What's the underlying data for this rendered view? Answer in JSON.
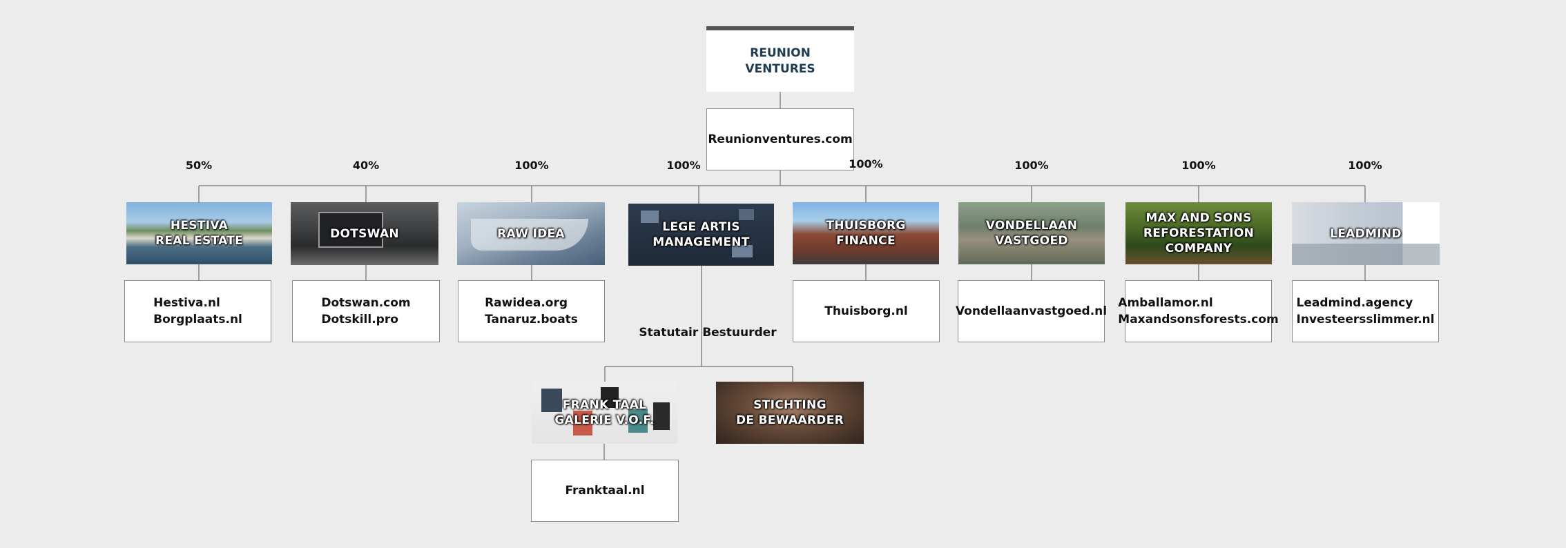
{
  "root": {
    "title_lines": [
      "REUNION",
      "VENTURES"
    ],
    "website": "Reunionventures.com"
  },
  "companies": [
    {
      "pct": "50%",
      "name_lines": [
        "HESTIVA",
        "REAL ESTATE"
      ],
      "sites": [
        "Hestiva.nl",
        "Borgplaats.nl"
      ],
      "image": "waterfront-apartments-photo"
    },
    {
      "pct": "40%",
      "name_lines": [
        "DOTSWAN"
      ],
      "sites": [
        "Dotswan.com",
        "Dotskill.pro"
      ],
      "image": "computer-desk-photo"
    },
    {
      "pct": "100%",
      "name_lines": [
        "RAW IDEA"
      ],
      "sites": [
        "Rawidea.org",
        "Tanaruz.boats"
      ],
      "image": "boat-photo"
    },
    {
      "pct": "100%",
      "name_lines": [
        "LEGE ARTIS",
        "MANAGEMENT"
      ],
      "sites": [],
      "image": "management-icons-photo"
    },
    {
      "pct": "100%",
      "name_lines": [
        "THUISBORG",
        "FINANCE"
      ],
      "sites": [
        "Thuisborg.nl"
      ],
      "image": "houses-photo"
    },
    {
      "pct": "100%",
      "name_lines": [
        "VONDELLAAN",
        "VASTGOED"
      ],
      "sites": [
        "Vondellaanvastgoed.nl"
      ],
      "image": "modern-building-photo"
    },
    {
      "pct": "100%",
      "name_lines": [
        "MAX AND SONS",
        "REFORESTATION",
        "COMPANY"
      ],
      "sites": [
        "Amballamor.nl",
        "Maxandsonsforests.com"
      ],
      "image": "forest-photo"
    },
    {
      "pct": "100%",
      "name_lines": [
        "LEADMIND"
      ],
      "sites": [
        "Leadmind.agency",
        "Investeersslimmer.nl"
      ],
      "image": "office-meeting-photo"
    }
  ],
  "subsidiary_role": "Statutair Bestuurder",
  "subsidiaries": [
    {
      "name_lines": [
        "FRANK TAAL",
        "GALERIE V.O.F."
      ],
      "sites": [
        "Franktaal.nl"
      ],
      "image": "art-gallery-photo"
    },
    {
      "name_lines": [
        "STICHTING",
        "DE BEWAARDER"
      ],
      "sites": [],
      "image": "hands-photo"
    }
  ],
  "colors": {
    "background": "#ececec",
    "title_text": "#1d3c51",
    "title_bar": "#555555",
    "connector": "#555555"
  }
}
